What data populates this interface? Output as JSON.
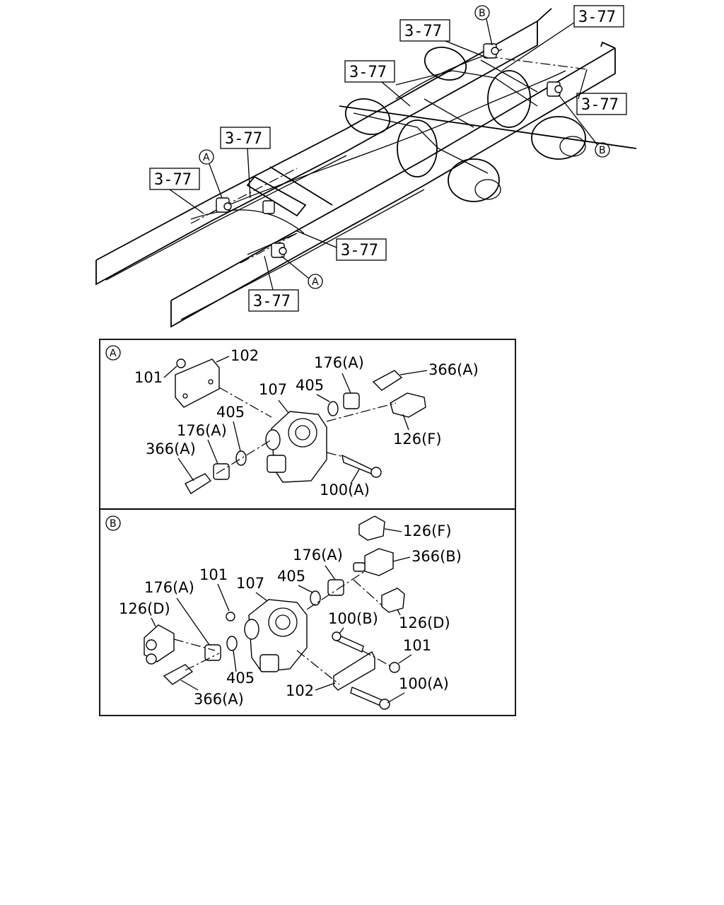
{
  "overview": {
    "ref_labels": [
      "3-77",
      "3-77",
      "3-77",
      "3-77",
      "3-77",
      "3-77",
      "3-77",
      "3-77"
    ],
    "circle_marks": [
      "B",
      "B",
      "A",
      "A"
    ]
  },
  "detail_a": {
    "marker": "A",
    "labels": {
      "p101": "101",
      "p102": "102",
      "p107": "107",
      "p405_top": "405",
      "p176_top": "176(A)",
      "p366_top": "366(A)",
      "p126f": "126(F)",
      "p405_left": "405",
      "p176_left": "176(A)",
      "p366_left": "366(A)",
      "p100a": "100(A)"
    }
  },
  "detail_b": {
    "marker": "B",
    "labels": {
      "p126f": "126(F)",
      "p366b": "366(B)",
      "p176_top": "176(A)",
      "p101_top": "101",
      "p107": "107",
      "p405_top": "405",
      "p176_left": "176(A)",
      "p126d_left": "126(D)",
      "p100b": "100(B)",
      "p126d_right": "126(D)",
      "p101_right": "101",
      "p405_bottom": "405",
      "p102": "102",
      "p100a": "100(A)",
      "p366a": "366(A)"
    }
  }
}
